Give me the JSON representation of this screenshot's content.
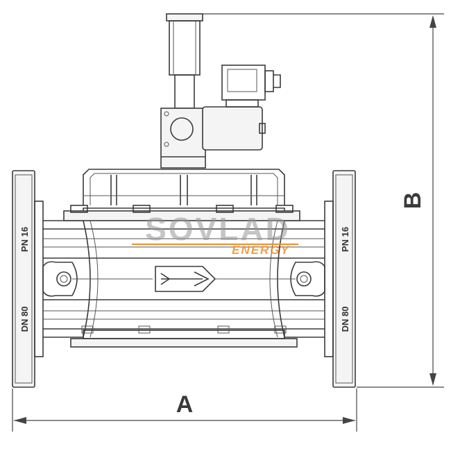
{
  "dimensions": {
    "width_label": "A",
    "height_label": "B"
  },
  "flanges": {
    "left_pressure": "PN 16",
    "left_size": "DN 80",
    "right_pressure": "PN 16",
    "right_size": "DN 80"
  },
  "watermark": {
    "brand": "SOVLAD",
    "sub": "ENERGY",
    "accent_color": "#f08c28"
  },
  "icons": {
    "flow": "flow-direction-arrow-icon",
    "coil": "solenoid-coil-icon"
  }
}
